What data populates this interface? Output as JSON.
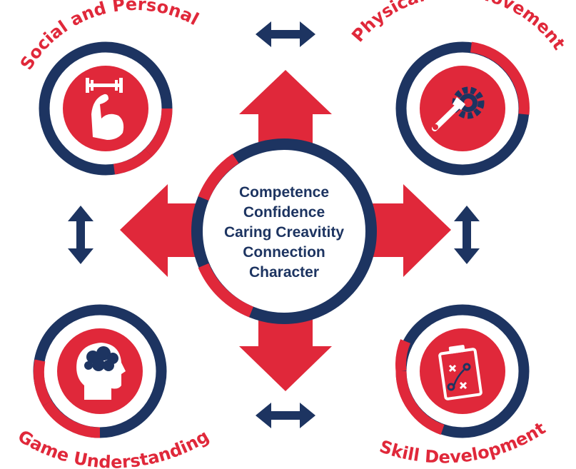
{
  "center": {
    "lines": [
      "Competence",
      "Confidence",
      "Caring Creavitity",
      "Connection",
      "Character"
    ]
  },
  "quadrants": {
    "top_left": {
      "label": "Social and Personal",
      "icon": "flexed-arm-dumbbell-icon"
    },
    "top_right": {
      "label": "Physical and Movement",
      "icon": "gear-wrench-icon"
    },
    "bottom_left": {
      "label": "Game Understanding",
      "icon": "head-brain-icon"
    },
    "bottom_right": {
      "label": "Skill Development",
      "icon": "clipboard-play-icon"
    }
  },
  "colors": {
    "navy": "#1d3461",
    "red": "#e0283a",
    "white": "#ffffff"
  }
}
